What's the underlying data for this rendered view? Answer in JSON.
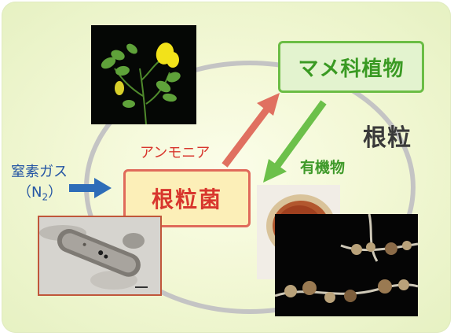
{
  "labels": {
    "legume": "マメ科植物",
    "nodule_bacteria": "根粒菌",
    "nodule": "根粒",
    "ammonia": "アンモニア",
    "organic_matter": "有機物",
    "nitrogen_gas": "窒素ガス",
    "nitrogen_formula_prefix": "（N",
    "nitrogen_formula_sub": "2",
    "nitrogen_formula_suffix": "）"
  },
  "colors": {
    "legume_text": "#3a9a23",
    "legume_border": "#6bbd45",
    "bacteria_text": "#d8362d",
    "bacteria_border": "#e06a5a",
    "ammonia_arrow": "#e07060",
    "organic_arrow": "#6cc04a",
    "nitrogen_arrow": "#2e6db8",
    "nitrogen_text": "#2455a4"
  }
}
